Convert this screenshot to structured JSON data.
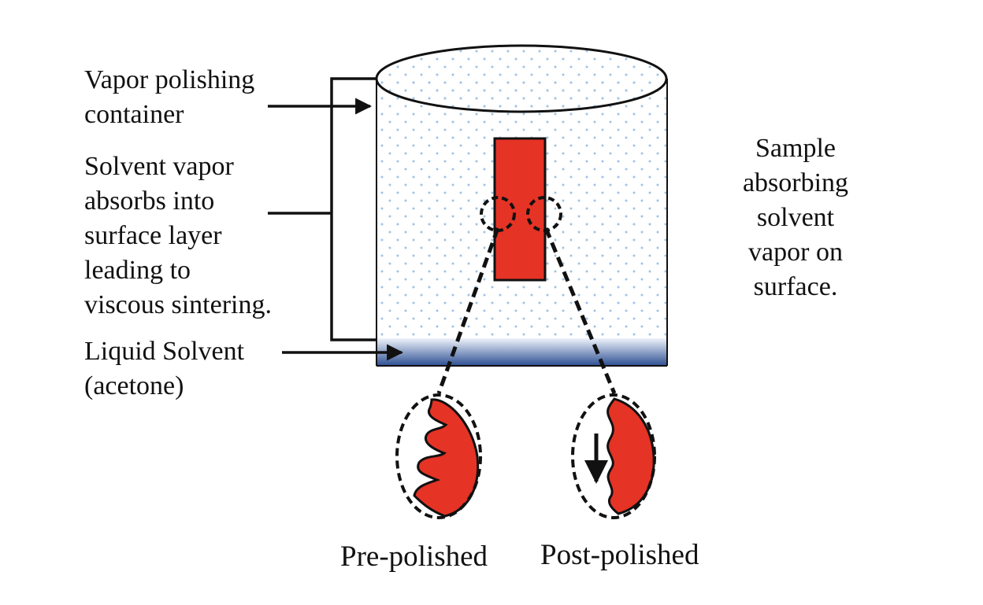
{
  "labels": {
    "container": [
      "Vapor polishing",
      "container"
    ],
    "vapor": [
      "Solvent vapor",
      "absorbs into",
      "surface layer",
      "leading to",
      "viscous sintering."
    ],
    "liquid": [
      "Liquid Solvent",
      "(acetone)"
    ],
    "sample": [
      "Sample",
      "absorbing",
      "solvent",
      "vapor on",
      "surface."
    ],
    "pre_polished": "Pre-polished",
    "post_polished": "Post-polished"
  },
  "colors": {
    "sample": "#e53325",
    "vapor_dots": "#9fc3e6",
    "liquid_top": "#eef3fa",
    "liquid_bottom": "#2d4f93",
    "ink": "#111111"
  }
}
